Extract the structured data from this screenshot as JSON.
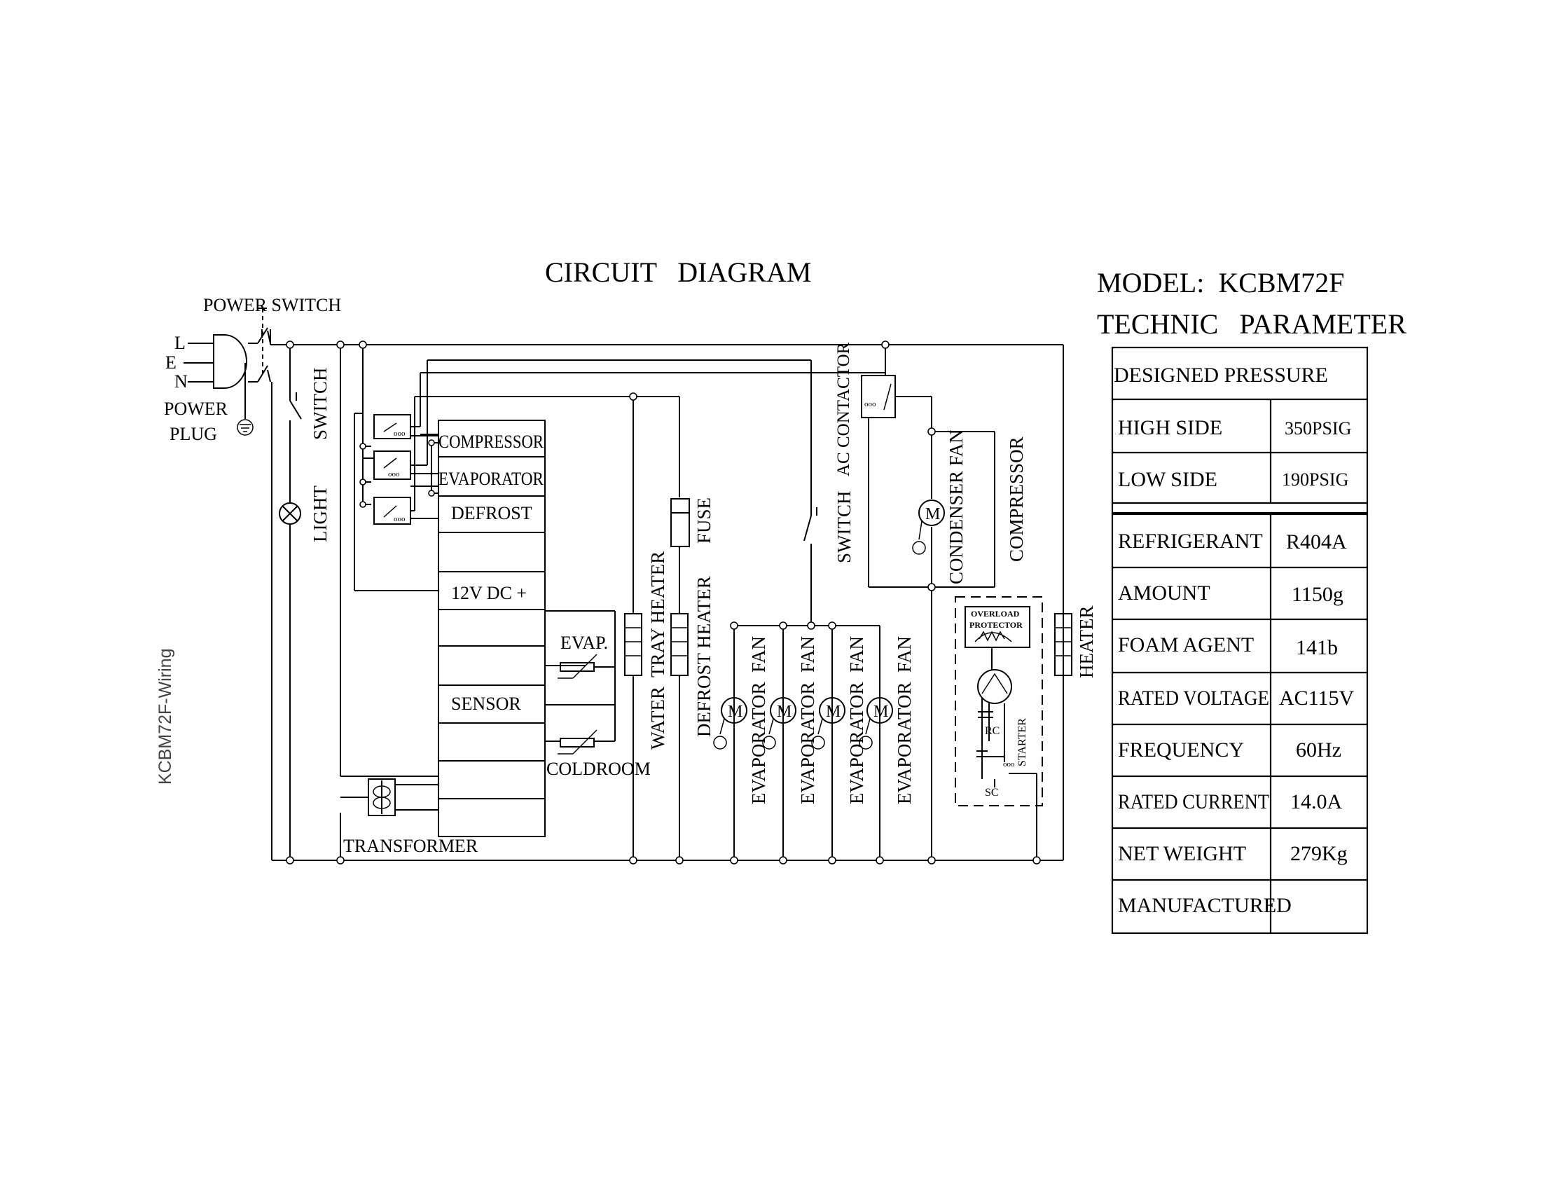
{
  "title": "CIRCUIT   DIAGRAM",
  "model_line": "MODEL:  KCBM72F",
  "params_title": "TECHNIC   PARAMETER",
  "side_label": "KCBM72F-Wiring",
  "plug": {
    "l": "L",
    "e": "E",
    "n": "N",
    "label_line1": "POWER",
    "label_line2": "PLUG",
    "power_switch": "POWER SWITCH"
  },
  "labels": {
    "switch_door": "SWITCH",
    "light": "LIGHT",
    "transformer": "TRANSFORMER",
    "evap_sensor": "EVAP.",
    "coldroom_sensor": "COLDROOM",
    "fuse": "FUSE",
    "water_tray_heater": "WATER  TRAY HEATER",
    "defrost_heater": "DEFROST HEATER",
    "switch_fans": "SWITCH",
    "ac_contactor": "AC CONTACTOR",
    "condenser_fan": "CONDENSER FAN",
    "compressor": "COMPRESSOR",
    "heater": "HEATER",
    "evaporator_fan": "EVAPORATOR  FAN",
    "motor": "M",
    "overload_line1": "OVERLOAD",
    "overload_line2": "PROTECTOR",
    "rc": "RC",
    "sc": "SC",
    "starter": "STARTER"
  },
  "controller_rows": [
    "COMPRESSOR",
    "EVAPORATOR",
    "DEFROST",
    "",
    "12V DC +",
    "",
    "",
    "SENSOR",
    "",
    "",
    ""
  ],
  "table": {
    "header": "DESIGNED PRESSURE",
    "rows1": [
      {
        "label": "HIGH SIDE",
        "value": "350PSIG"
      },
      {
        "label": "LOW SIDE",
        "value": "190PSIG"
      }
    ],
    "rows2": [
      {
        "label": "REFRIGERANT",
        "value": "R404A"
      },
      {
        "label": "AMOUNT",
        "value": "1150g"
      },
      {
        "label": "FOAM AGENT",
        "value": "141b"
      },
      {
        "label": "RATED VOLTAGE",
        "value": "AC115V"
      },
      {
        "label": "FREQUENCY",
        "value": "60Hz"
      },
      {
        "label": "RATED CURRENT",
        "value": "14.0A"
      },
      {
        "label": "NET WEIGHT",
        "value": "279Kg"
      },
      {
        "label": "MANUFACTURED",
        "value": ""
      }
    ]
  }
}
